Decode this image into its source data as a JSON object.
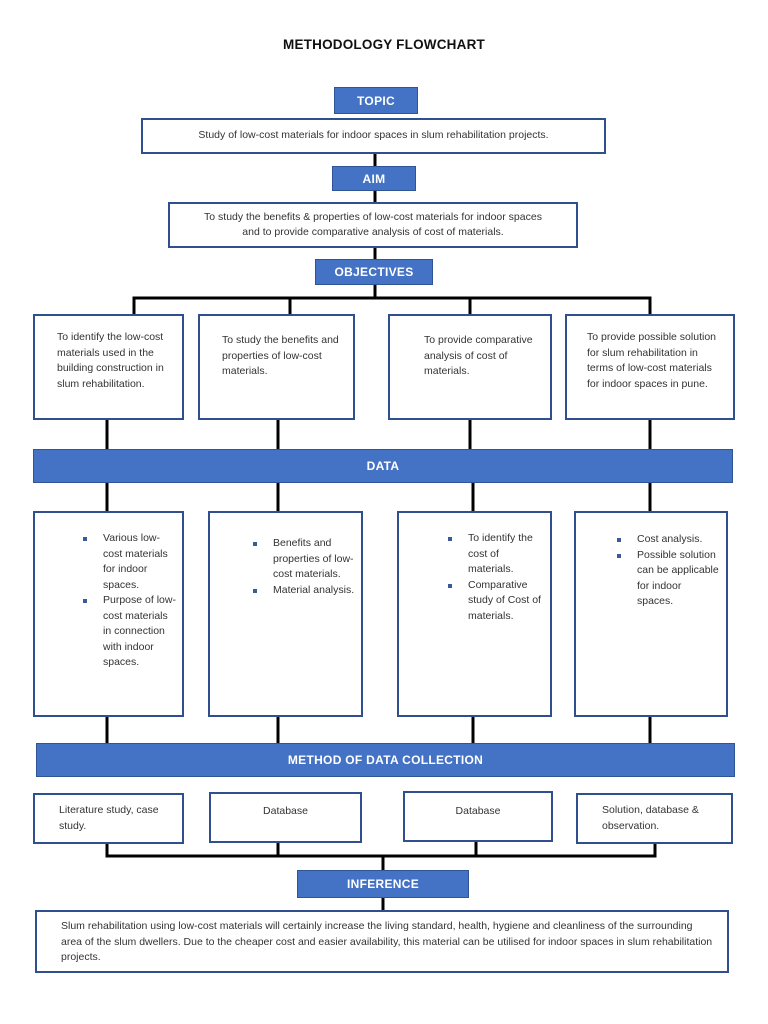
{
  "title": "METHODOLOGY FLOWCHART",
  "topic": {
    "label": "TOPIC",
    "text": "Study of low-cost materials for indoor spaces in slum rehabilitation projects."
  },
  "aim": {
    "label": "AIM",
    "line1": "To study the benefits & properties of low-cost materials for indoor spaces",
    "line2": "and to provide comparative analysis of cost of materials."
  },
  "objectives": {
    "label": "OBJECTIVES",
    "items": [
      "To identify the low-cost materials used in the building construction in slum rehabilitation.",
      "To study the benefits and properties of low-cost materials.",
      "To provide comparative analysis of cost of materials.",
      "To provide possible solution for slum rehabilitation in terms of low-cost materials for indoor spaces in pune."
    ]
  },
  "data": {
    "label": "DATA",
    "columns": [
      [
        "Various low-cost materials for indoor spaces.",
        "Purpose of low-cost materials in connection with indoor spaces."
      ],
      [
        "Benefits and properties of low-cost materials.",
        "Material analysis."
      ],
      [
        "To identify the cost of materials.",
        "Comparative study of Cost of materials."
      ],
      [
        "Cost analysis.",
        "Possible solution can be applicable for indoor spaces."
      ]
    ]
  },
  "method": {
    "label": "METHOD OF DATA COLLECTION",
    "items": [
      "Literature study, case study.",
      "Database",
      "Database",
      "Solution, database & observation."
    ]
  },
  "inference": {
    "label": "INFERENCE",
    "text": "Slum rehabilitation using low-cost materials will certainly increase the living standard, health, hygiene and cleanliness of the surrounding area of the slum dwellers. Due to the cheaper cost and easier availability, this material can be utilised for indoor spaces in slum rehabilitation projects."
  },
  "colors": {
    "label_fill": "#4472c4",
    "box_border": "#2f4f8f",
    "connector": "#000000"
  }
}
